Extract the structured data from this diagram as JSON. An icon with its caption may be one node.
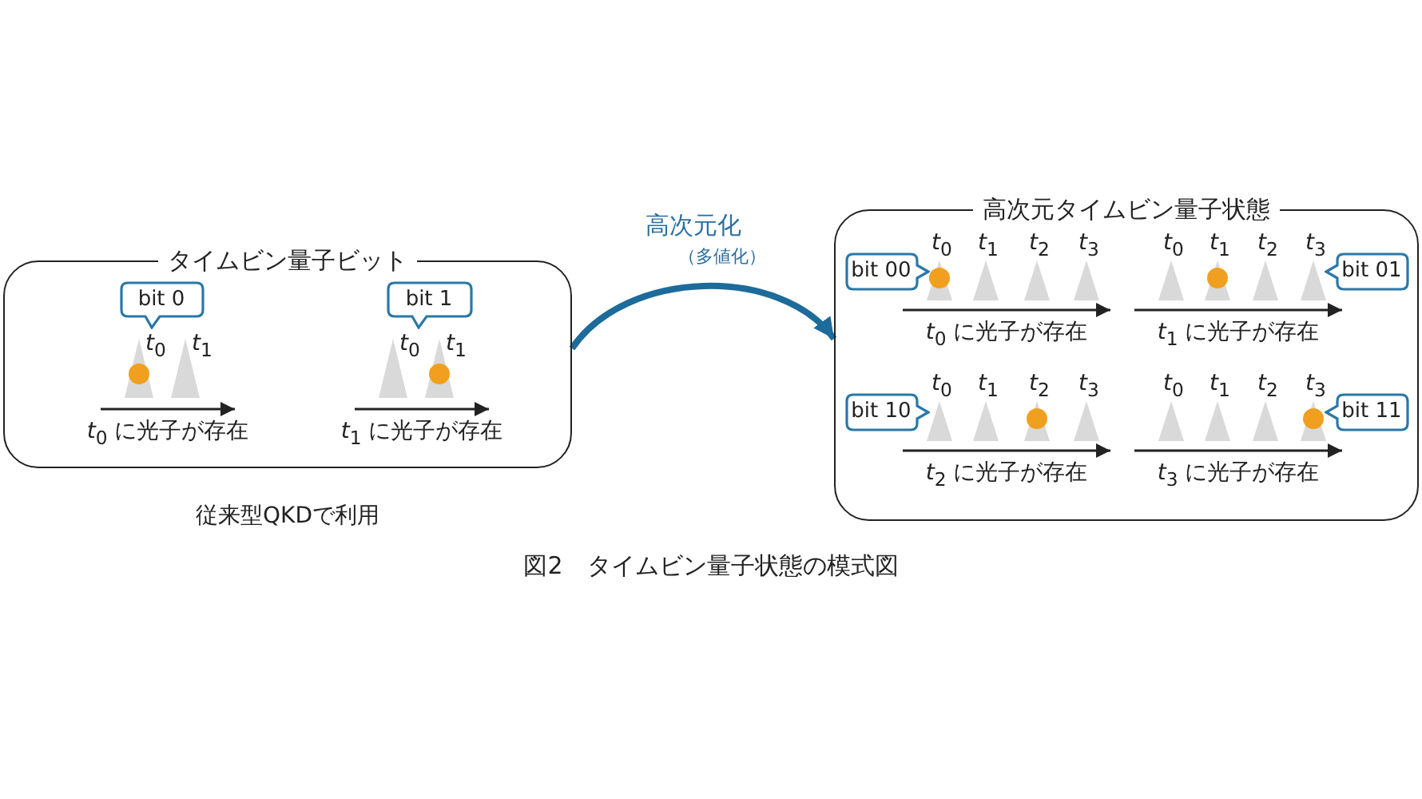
{
  "diagram": {
    "caption": "図2　タイムビン量子状態の模式図",
    "nodes": [
      {
        "text": [
          "タイムビン量子ビット"
        ],
        "beside": [
          "従来型QKDで利用"
        ]
      },
      {
        "text": [
          "高次元タイムビン量子状態"
        ]
      },
      {
        "text": [
          "bit 0"
        ],
        "in": 0
      },
      {
        "text": [
          "bit 1"
        ],
        "in": 0
      },
      {
        "text": [
          "bit 00"
        ],
        "in": 1
      },
      {
        "text": [
          "bit 01"
        ],
        "in": 1
      },
      {
        "text": [
          "bit 10"
        ],
        "in": 1
      },
      {
        "text": [
          "bit 11"
        ],
        "in": 1
      }
    ],
    "edges": [
      {
        "from": 0,
        "to": 1,
        "arrow": "to",
        "label": "高次元化"
      }
    ],
    "labels": [
      "*t*$_{0}$",
      "*t*$_{1}$",
      "*t*$_{0}$ に光子が存在",
      "*t*$_{0}$",
      "*t*$_{1}$",
      "*t*$_{1}$ に光子が存在",
      "*t*$_{0}$",
      "*t*$_{1}$",
      "*t*$_{2}$",
      "*t*$_{3}$",
      "*t*$_{0}$",
      "*t*$_{1}$",
      "*t*$_{2}$",
      "*t*$_{3}$",
      "*t*$_{0}$ に光子が存在",
      "*t*$_{1}$ に光子が存在",
      "*t*$_{0}$",
      "*t*$_{1}$",
      "*t*$_{2}$",
      "*t*$_{3}$",
      "*t*$_{0}$",
      "*t*$_{1}$",
      "*t*$_{2}$",
      "*t*$_{3}$",
      "*t*$_{2}$ に光子が存在",
      "*t*$_{3}$ に光子が存在",
      "（多値化）"
    ]
  }
}
